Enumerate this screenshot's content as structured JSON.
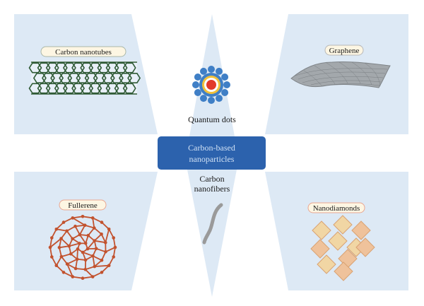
{
  "center": {
    "line1": "Carbon-based",
    "line2": "nanoparticles"
  },
  "labels": {
    "carbon_nanotubes": "Carbon nanotubes",
    "graphene": "Graphene",
    "quantum_dots": "Quantum dots",
    "carbon_nanofibers_line1": "Carbon",
    "carbon_nanofibers_line2": "nanofibers",
    "fullerene": "Fullerene",
    "nanodiamonds": "Nanodiamonds"
  },
  "colors": {
    "panel": "#dde9f5",
    "center_box": "#2c62ad",
    "center_text": "#cfe0f4",
    "nanotube": "#2f5a35",
    "graphene": "#8f9498",
    "qd_petals": "#3f7fc6",
    "qd_ring_yellow": "#f2c13a",
    "qd_core": "#e23a2a",
    "fiber": "#9a9a9a",
    "fullerene": "#c2522e",
    "diamond_1": "#f1d6a4",
    "diamond_2": "#efc29b",
    "tag_border": "#e9a690",
    "tag_fill": "#fdf6e3"
  }
}
